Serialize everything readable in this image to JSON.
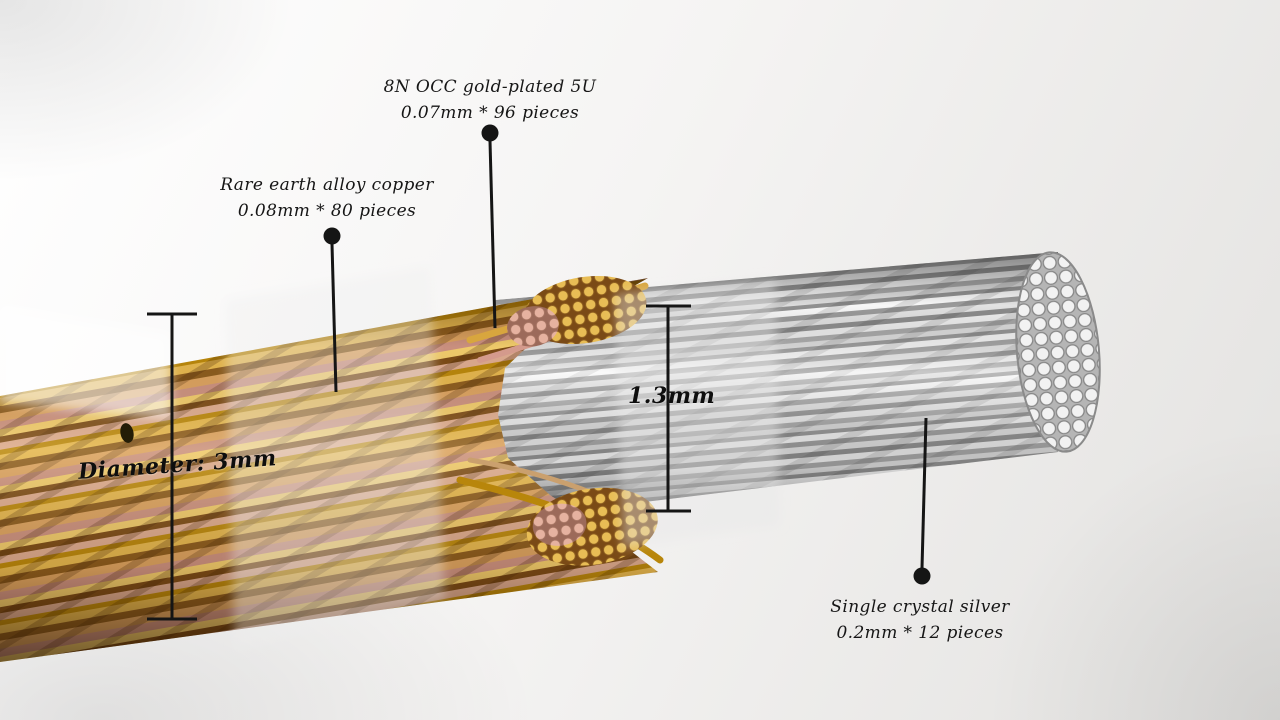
{
  "annotations": {
    "gold_plated": {
      "line1": "8N OCC gold-plated 5U",
      "line2": "0.07mm * 96 pieces"
    },
    "copper": {
      "line1": "Rare earth alloy copper",
      "line2": "0.08mm * 80 pieces"
    },
    "silver": {
      "line1": "Single crystal silver",
      "line2": "0.2mm * 12 pieces"
    },
    "outer_diameter": "Diameter: 3mm",
    "core_diameter": "1.3mm"
  },
  "colors": {
    "background_light": "#ffffff",
    "background_shade": "#e3e2e0",
    "gold_strand": "#c9962e",
    "copper_pink_strand": "#d49a8c",
    "silver_strand": "#c8c8c8",
    "annotation_ink": "#151515"
  }
}
